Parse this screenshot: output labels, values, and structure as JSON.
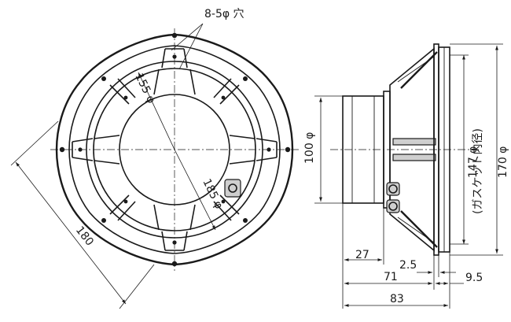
{
  "front_view": {
    "hole_callout": "8-5φ 穴",
    "inner_circle_dia": "155 φ",
    "bolt_circle_dia": "185 φ",
    "frame_width": "180"
  },
  "side_view": {
    "magnet_dia": "100 φ",
    "gasket_inner_dia": "147 φ",
    "gasket_note": "(ガスケット内径)",
    "outer_dia": "170 φ",
    "magnet_depth": "27",
    "flange_thickness": "2.5",
    "body_depth": "71",
    "gasket_depth": "9.5",
    "overall_depth": "83"
  }
}
